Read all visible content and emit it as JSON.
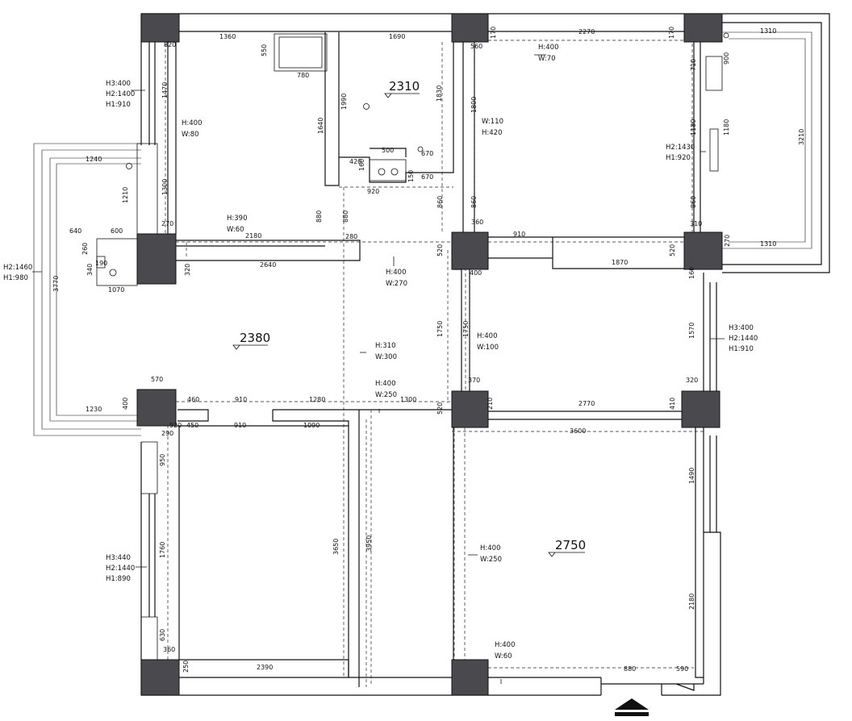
{
  "room_heights": [
    "2310",
    "2380",
    "2750"
  ],
  "dimensions": {
    "t_1360": "1360",
    "t_820": "820",
    "t_550": "550",
    "t_780": "780",
    "t_1470": "1470",
    "t_1300": "1300",
    "t_1640": "1640",
    "t_1690": "1690",
    "t_1990": "1990",
    "t_1830": "1830",
    "t_500": "500",
    "t_670a": "670",
    "t_420": "420",
    "t_160": "160",
    "t_150": "150",
    "t_670b": "670",
    "t_920": "920",
    "t_880a": "880",
    "t_880b": "880",
    "t_860a": "860",
    "t_560": "560",
    "t_2270": "2270",
    "t_170a": "170",
    "t_170b": "170",
    "t_1310a": "1310",
    "t_900": "900",
    "t_710": "710",
    "t_1800": "1800",
    "t_860b": "860",
    "t_360": "360",
    "t_1180a": "1180",
    "t_1180b": "1180",
    "t_3210": "3210",
    "t_860c": "860",
    "t_310": "310",
    "t_270a": "270",
    "t_1310b": "1310",
    "t_1240": "1240",
    "t_1210": "1210",
    "t_640": "640",
    "t_600": "600",
    "t_270b": "270",
    "t_2180": "2180",
    "t_280": "280",
    "t_260": "260",
    "t_190": "190",
    "t_340": "340",
    "t_1070": "1070",
    "t_320a": "320",
    "t_2640": "2640",
    "t_3770": "3770",
    "t_910a": "910",
    "t_520a": "520",
    "t_1870": "1870",
    "t_520b": "520",
    "t_400": "400",
    "t_160b": "160",
    "t_1750a": "1750",
    "t_1750b": "1750",
    "t_1570": "1570",
    "t_570": "570",
    "t_370": "370",
    "t_320b": "320",
    "t_460": "460",
    "t_910b": "910",
    "t_1280": "1280",
    "t_1300b": "1300",
    "t_1230": "1230",
    "t_400b": "400",
    "t_210": "210",
    "t_2770b": "2770",
    "t_410": "410",
    "t_520c": "520",
    "t_3600": "3600",
    "t_290": "290",
    "t_920b": "920",
    "t_450": "450",
    "t_910c": "910",
    "t_1090": "1090",
    "t_950": "950",
    "t_1490": "1490",
    "t_1760": "1760",
    "t_3650": "3650",
    "t_3950": "3950",
    "t_630": "630",
    "t_360b": "360",
    "t_250": "250",
    "t_2390": "2390",
    "t_2180b": "2180",
    "t_880c": "880",
    "t_590": "590"
  },
  "annotations": {
    "a1": "H:400",
    "a1w": "W:70",
    "a2": "H:400",
    "a2w": "W:80",
    "a3": "W:110",
    "a3w": "H:420",
    "a4": "H:390",
    "a4w": "W:60",
    "a5": "H:400",
    "a5w": "W:270",
    "a6": "H:310",
    "a6w": "W:300",
    "a7": "H:400",
    "a7w": "W:250",
    "a8": "H:400",
    "a8w": "W:100",
    "a9": "H:400",
    "a9w": "W:250",
    "a10": "H:400",
    "a10w": "W:60",
    "w1a": "H3:400",
    "w1b": "H2:1400",
    "w1c": "H1:910",
    "w2a": "H2:1460",
    "w2b": "H1:980",
    "w3a": "H2:1430",
    "w3b": "H1:920",
    "w4a": "H3:400",
    "w4b": "H2:1440",
    "w4c": "H1:910",
    "w5a": "H3:440",
    "w5b": "H2:1440",
    "w5c": "H1:890"
  }
}
